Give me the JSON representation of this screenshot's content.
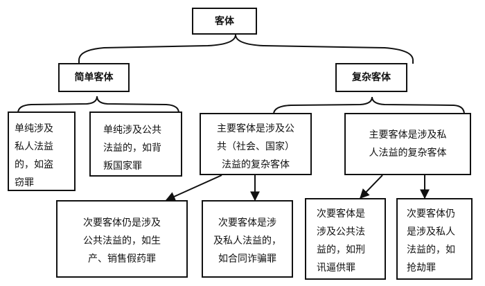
{
  "root": {
    "label": "客体"
  },
  "simple": {
    "label": "简单客体",
    "children": [
      {
        "lines": [
          "单纯涉及",
          "私人法益",
          "的，如盗",
          "窃罪"
        ]
      },
      {
        "lines": [
          "单纯涉及公共",
          "法益的，如背",
          "叛国家罪"
        ]
      }
    ]
  },
  "complex": {
    "label": "复杂客体",
    "children": [
      {
        "lines": [
          "主要客体是涉及公",
          "共（社会、国家）",
          "法益的复杂客体"
        ],
        "children": [
          {
            "lines": [
              "次要客体仍是涉及",
              "公共法益的，如生",
              "产、销售假药罪"
            ]
          },
          {
            "lines": [
              "次要客体是涉",
              "及私人法益的，",
              "如合同诈骗罪"
            ]
          }
        ]
      },
      {
        "lines": [
          "主要客体是涉及私",
          "人法益的复杂客体"
        ],
        "children": [
          {
            "lines": [
              "次要客体是",
              "涉及公共法",
              "益的，如刑",
              "讯逼供罪"
            ]
          },
          {
            "lines": [
              "次要客体仍",
              "是涉及私人",
              "法益的，如",
              "抢劫罪"
            ]
          }
        ]
      }
    ]
  }
}
